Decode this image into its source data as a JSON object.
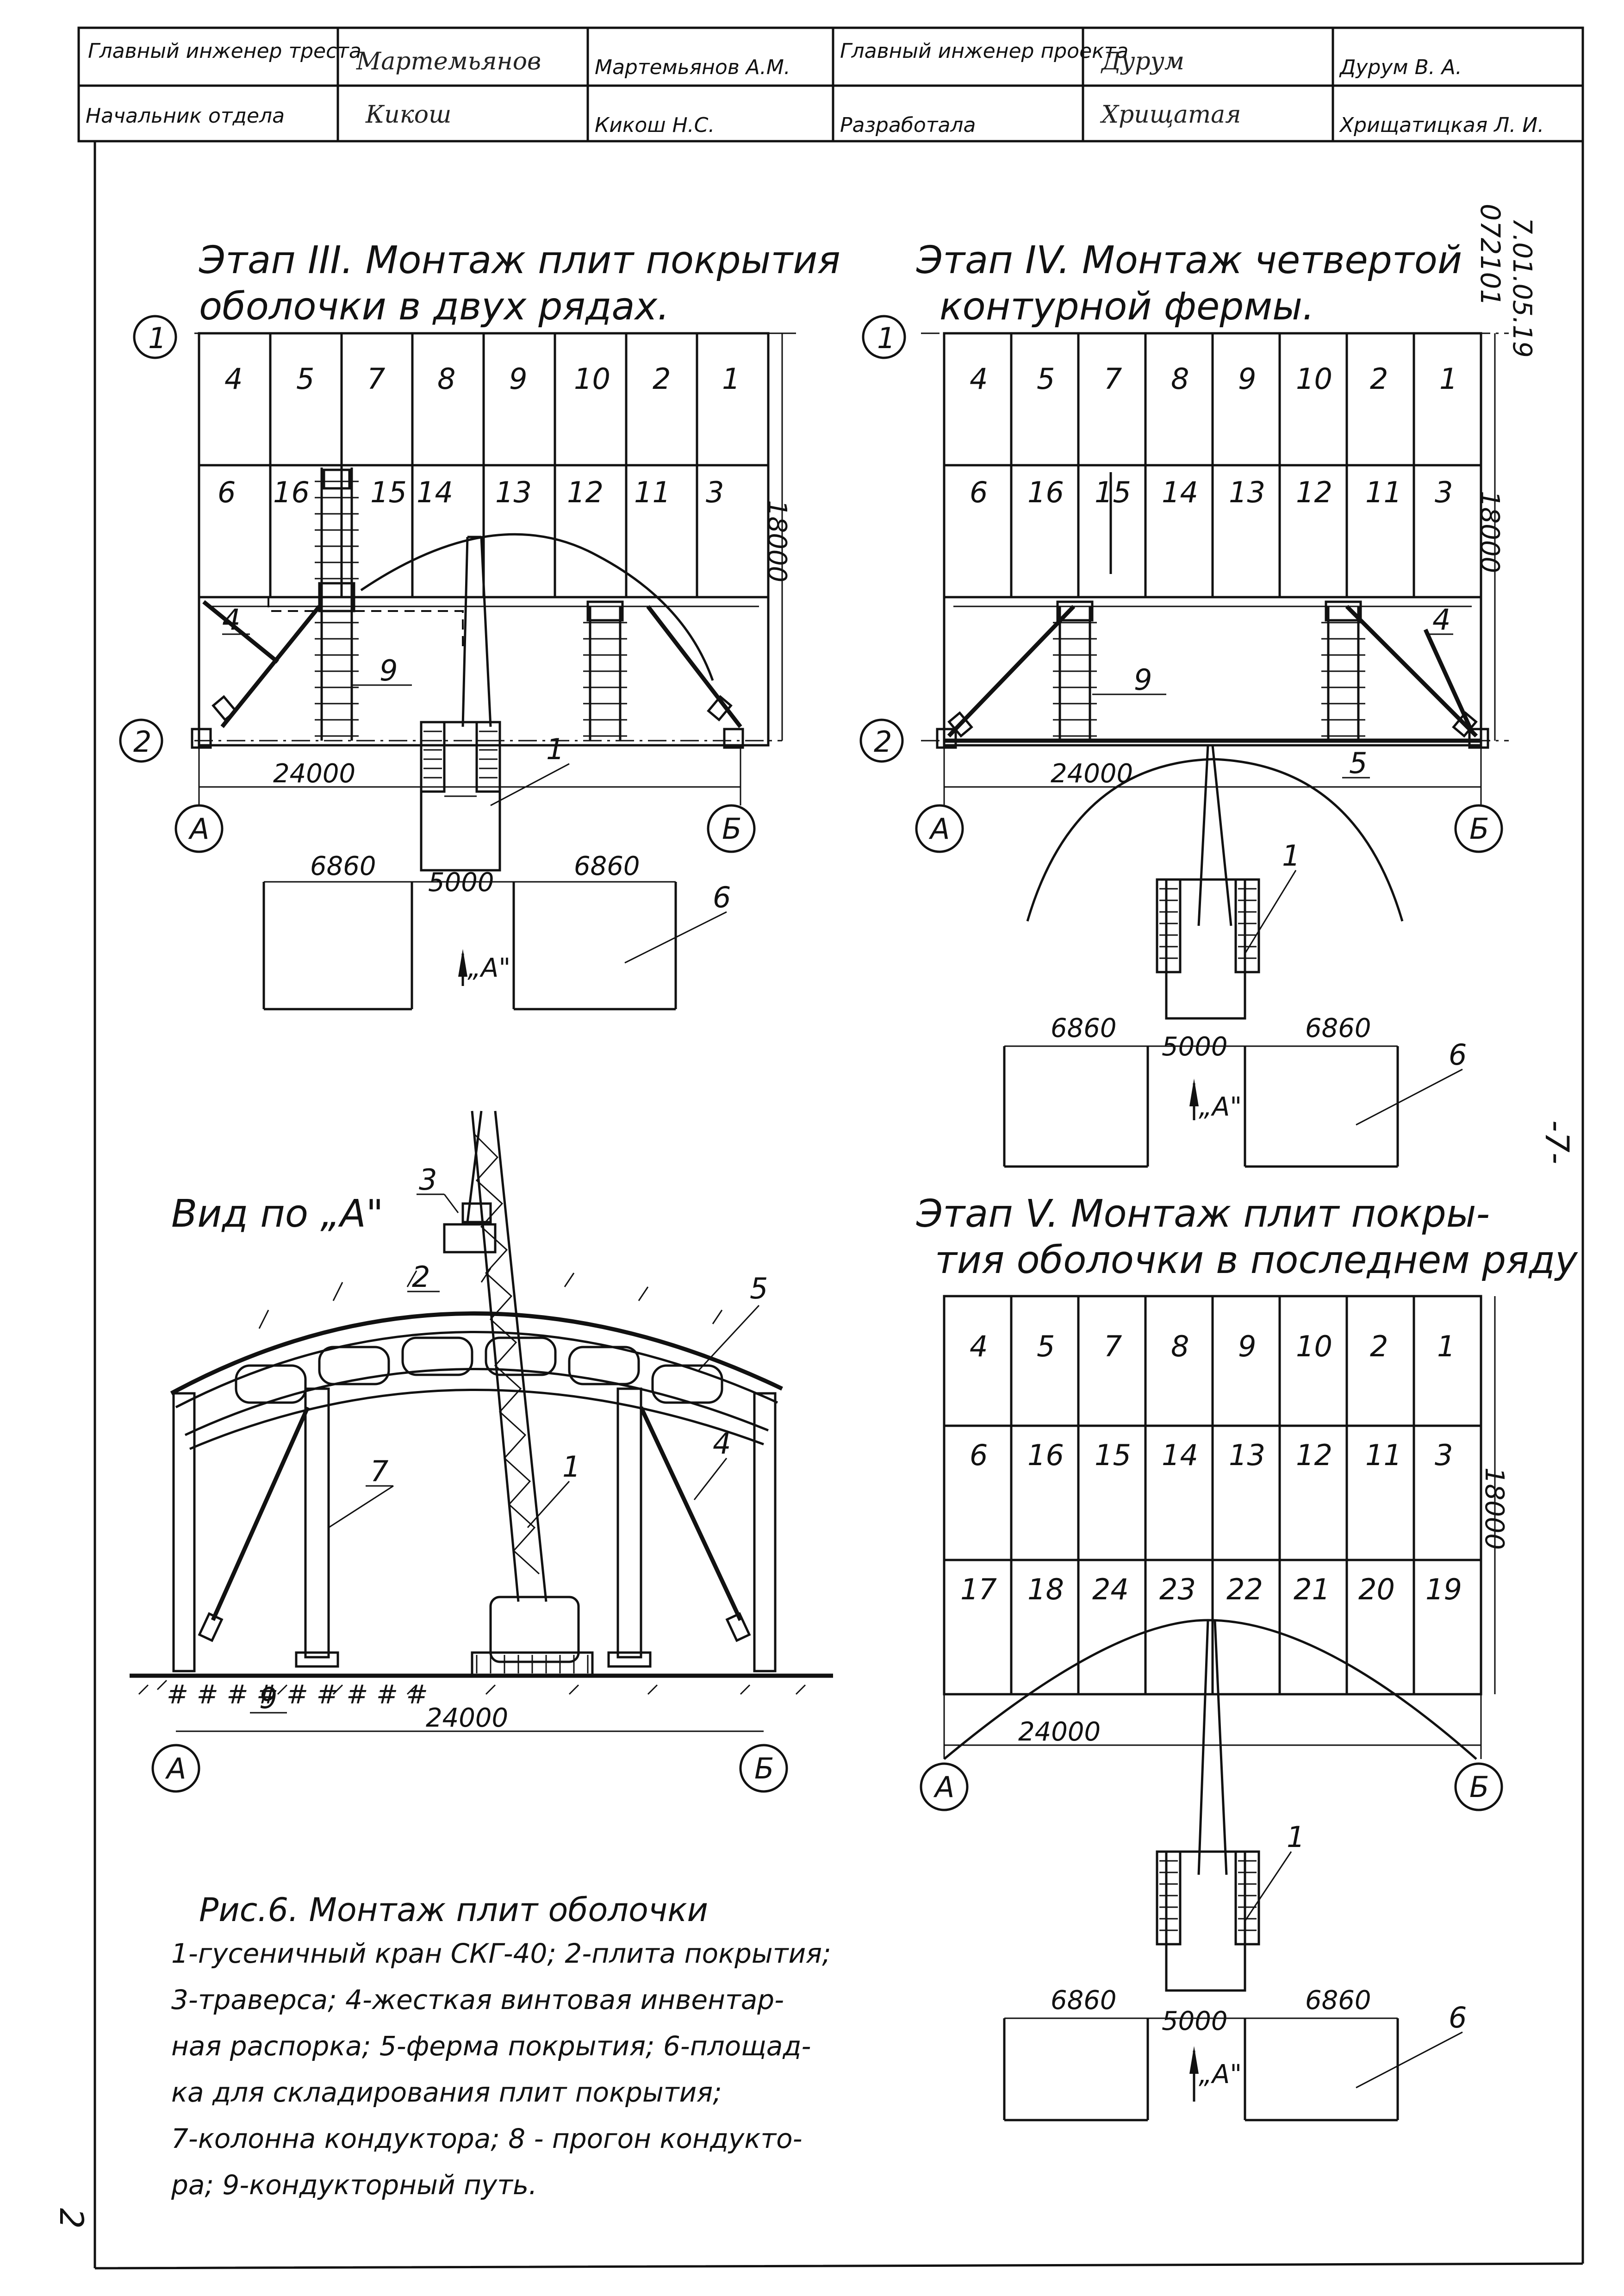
{
  "title_block": {
    "row1": {
      "role1": "Главный инженер треста",
      "sign1": "Мартемьянов",
      "name1": "Мартемьянов А.М.",
      "role2": "Главный инженер проекта",
      "sign2": "Дурум",
      "name2": "Дурум В. А."
    },
    "row2": {
      "role1": "Начальник отдела",
      "sign1": "Кикош",
      "name1": "Кикош Н.С.",
      "role2": "Разработала",
      "sign2": "Хрищатая",
      "name2": "Хрищатицкая Л. И."
    }
  },
  "doc_code": "7.01.05.19",
  "doc_number": "072101",
  "page_marker": "-7-",
  "corner_mark": "2",
  "stage3": {
    "title_line1": "Этап III. Монтаж плит покрытия",
    "title_line2": "оболочки в двух рядах.",
    "row1": [
      "4",
      "5",
      "7",
      "8",
      "9",
      "10",
      "2",
      "1"
    ],
    "row2": [
      "6",
      "16",
      "15",
      "14",
      "13",
      "12",
      "11",
      "3"
    ],
    "dim_span": "24000",
    "dim_height": "18000",
    "axis_1": "1",
    "axis_2": "2",
    "axis_a": "А",
    "axis_b": "Б",
    "callouts": [
      "4",
      "9",
      "1"
    ],
    "storage": {
      "left": "6860",
      "mid": "5000",
      "right": "6860",
      "view": "„А\"",
      "label": "6"
    }
  },
  "stage4": {
    "title_line1": "Этап IV. Монтаж четвертой",
    "title_line2": "контурной фермы.",
    "row1": [
      "4",
      "5",
      "7",
      "8",
      "9",
      "10",
      "2",
      "1"
    ],
    "row2": [
      "6",
      "16",
      "15",
      "14",
      "13",
      "12",
      "11",
      "3"
    ],
    "dim_span": "24000",
    "dim_height": "18000",
    "axis_1": "1",
    "axis_2": "2",
    "axis_a": "А",
    "axis_b": "Б",
    "callouts": [
      "4",
      "9",
      "5",
      "1"
    ],
    "storage": {
      "left": "6860",
      "mid": "5000",
      "right": "6860",
      "view": "„А\"",
      "label": "6"
    }
  },
  "view_a": {
    "title": "Вид по „А\"",
    "callouts": [
      "3",
      "2",
      "5",
      "7",
      "4",
      "1",
      "9"
    ],
    "dim_span": "24000",
    "axis_a": "А",
    "axis_b": "Б"
  },
  "stage5": {
    "title_line1": "Этап V. Монтаж плит покры-",
    "title_line2": "тия оболочки в последнем ряду",
    "row1": [
      "4",
      "5",
      "7",
      "8",
      "9",
      "10",
      "2",
      "1"
    ],
    "row2": [
      "6",
      "16",
      "15",
      "14",
      "13",
      "12",
      "11",
      "3"
    ],
    "row3": [
      "17",
      "18",
      "24",
      "23",
      "22",
      "21",
      "20",
      "19"
    ],
    "dim_span": "24000",
    "dim_height": "18000",
    "axis_a": "А",
    "axis_b": "Б",
    "callouts": [
      "1"
    ],
    "storage": {
      "left": "6860",
      "mid": "5000",
      "right": "6860",
      "view": "„А\"",
      "label": "6"
    }
  },
  "caption": {
    "title": "Рис.6. Монтаж плит оболочки",
    "lines": [
      "1-гусеничный кран СКГ-40; 2-плита покрытия;",
      "3-траверса;   4-жесткая винтовая инвентар-",
      "ная распорка; 5-ферма покрытия; 6-площад-",
      "ка для складирования плит покрытия;",
      "7-колонна кондуктора;  8 - прогон кондукто-",
      "ра;  9-кондукторный путь."
    ]
  }
}
